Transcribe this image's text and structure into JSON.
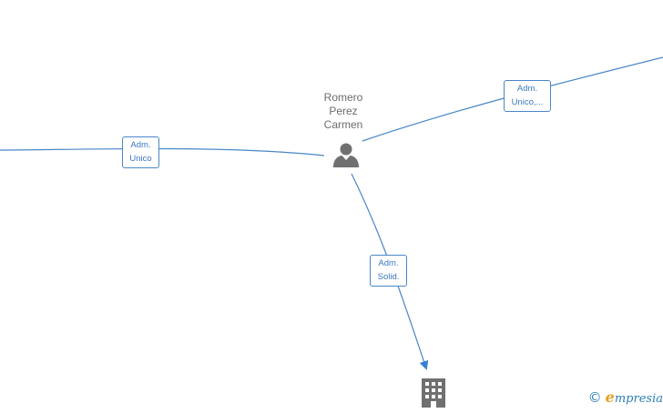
{
  "nodes": {
    "person": {
      "name_lines": [
        "Romero",
        "Perez",
        "Carmen"
      ],
      "icon": "person-icon"
    },
    "company": {
      "icon": "building-icon"
    }
  },
  "edges": {
    "left": {
      "label_lines": [
        "Adm.",
        "Unico"
      ]
    },
    "right": {
      "label_lines": [
        "Adm.",
        "Unico,..."
      ]
    },
    "bottom": {
      "label_lines": [
        "Adm.",
        "Solid."
      ]
    }
  },
  "colors": {
    "edge": "#4a86c8",
    "icon": "#707070",
    "label_text": "#3a78c0"
  },
  "watermark": {
    "copyright_symbol": "©",
    "brand_initial": "e",
    "brand_rest": "mpresia"
  }
}
